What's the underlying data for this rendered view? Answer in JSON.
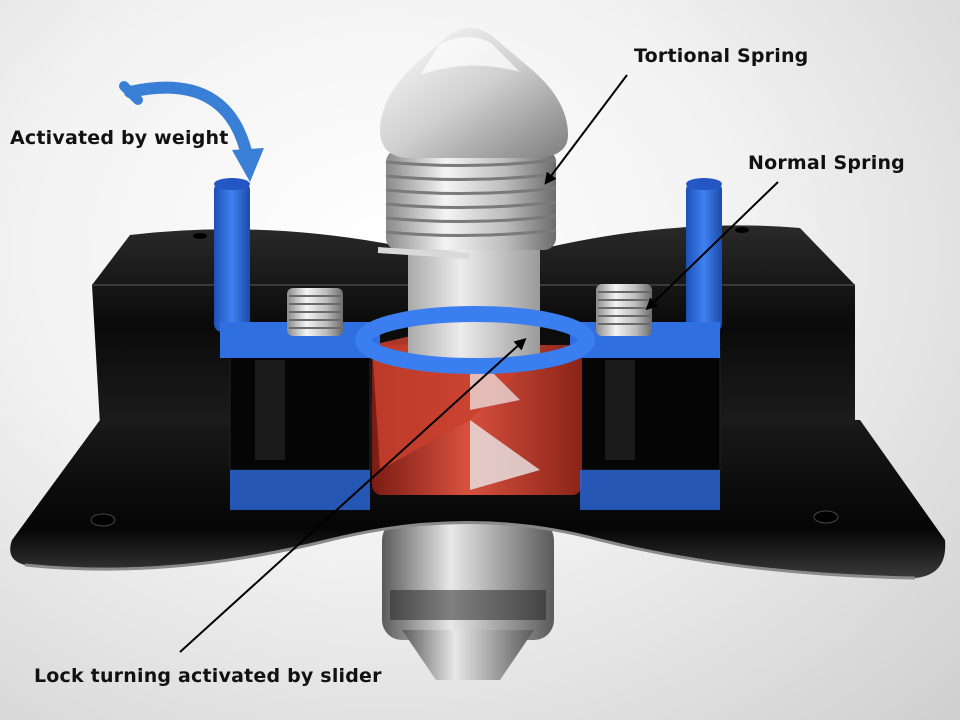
{
  "labels": {
    "activated_by_weight": "Activated by weight",
    "tortional_spring": "Tortional Spring",
    "normal_spring": "Normal Spring",
    "lock_turning": "Lock turning activated by slider"
  },
  "colors": {
    "housing": "#0c0c0c",
    "slider_frame": "#2f6fe0",
    "lock_cam": "#d84a3a",
    "spring_metal": "#d8d8d8",
    "arrow": "#3a7fd6",
    "leader_line": "#000000"
  }
}
